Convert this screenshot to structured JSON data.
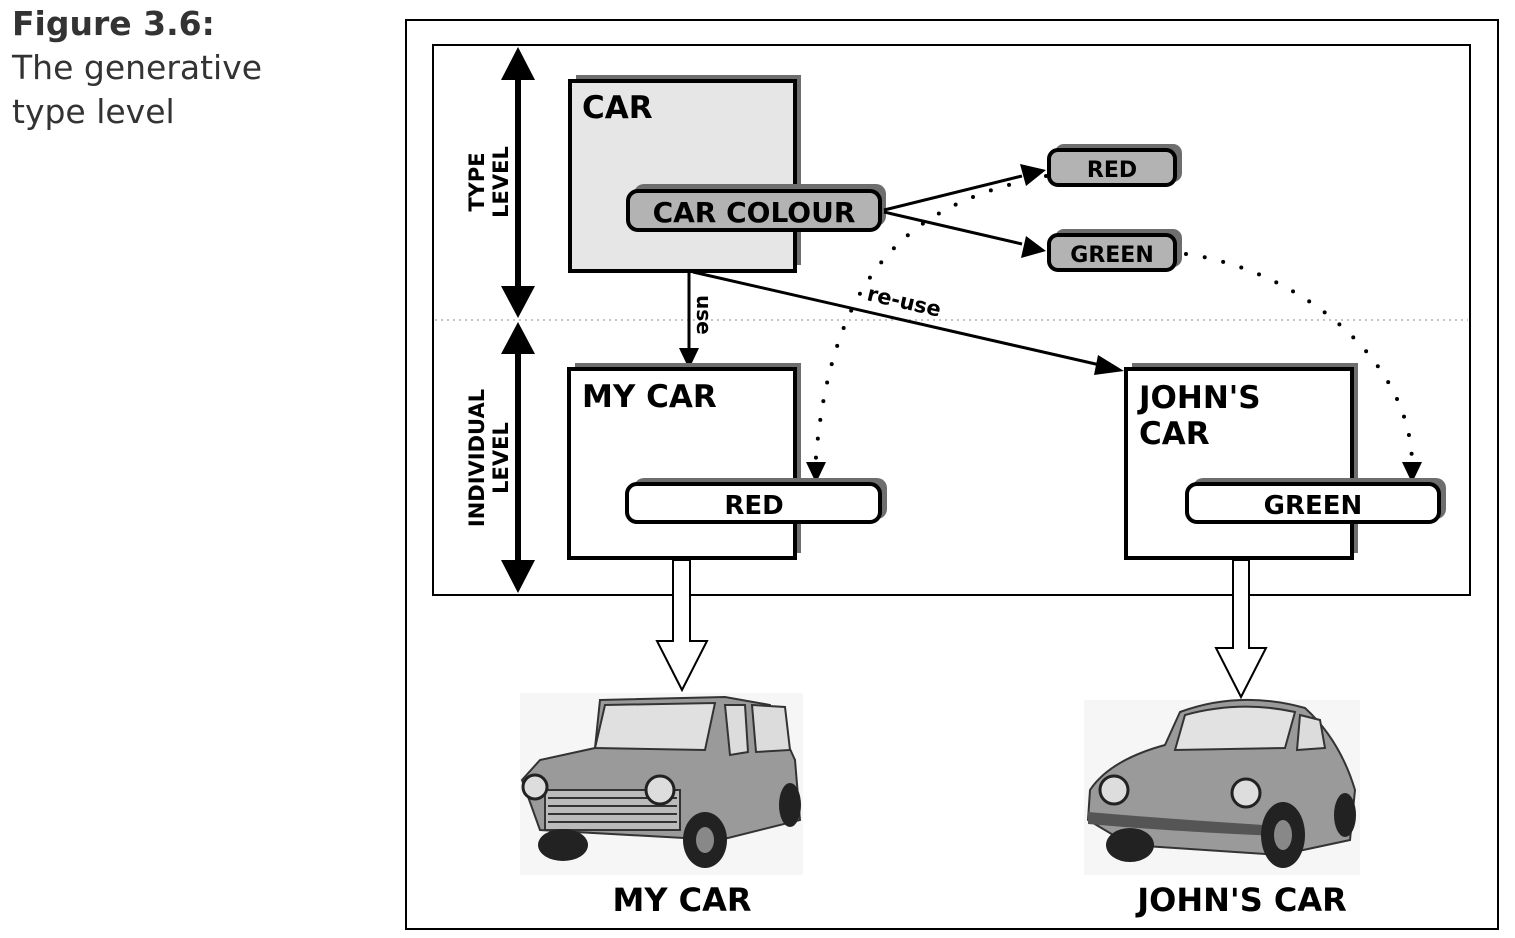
{
  "caption": {
    "figure_label": "Figure 3.6:",
    "title_line1": "The generative",
    "title_line2": "type level"
  },
  "levels": {
    "type_level": [
      "TYPE",
      "LEVEL"
    ],
    "individual_level": [
      "INDIVIDUAL",
      "LEVEL"
    ]
  },
  "type_box": {
    "title": "CAR",
    "attribute": "CAR COLOUR"
  },
  "value_options": [
    "RED",
    "GREEN"
  ],
  "edges": {
    "use": "use",
    "reuse": "re-use"
  },
  "instances": [
    {
      "title_lines": [
        "MY CAR"
      ],
      "attribute_value": "RED",
      "image_label": "MY CAR",
      "image_name": "mini-car-image"
    },
    {
      "title_lines": [
        "JOHN'S",
        "CAR"
      ],
      "attribute_value": "GREEN",
      "image_label": "JOHN'S CAR",
      "image_name": "beetle-car-image"
    }
  ],
  "colors": {
    "type_box_fill": "#e6e6e6",
    "pill_fill": "#b3b3b3",
    "shadow": "#6e6e6e",
    "stroke": "#000000"
  }
}
